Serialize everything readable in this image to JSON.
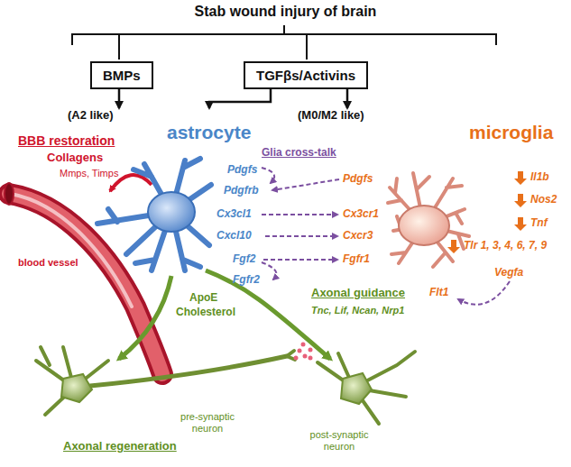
{
  "diagram": {
    "title": "Stab wound injury of brain",
    "nodes": [
      {
        "text": [
          "BMPs"
        ]
      },
      {
        "text": [
          "TGFβs/Activins"
        ]
      },
      {
        "text": [
          "(A2 like)",
          "astrocyte"
        ]
      },
      {
        "text": [
          "(M0/M2 like)",
          "microglia"
        ]
      }
    ],
    "edges": [
      {
        "from": 0,
        "to": 2,
        "arrow": "to"
      },
      {
        "from": 1,
        "to": 2,
        "arrow": "to"
      },
      {
        "from": 1,
        "to": 3,
        "arrow": "to"
      }
    ],
    "labels": [
      "Glia cross-talk",
      "Pdgfs",
      "Pdgfrb",
      "Cx3cl1",
      "Cxcl10",
      "Fgf2",
      "Fgfr2",
      "Pdgfs",
      "Cx3cr1",
      "Cxcr3",
      "Fgfr1",
      "Flt1",
      "Vegfa",
      "Il1b",
      "Nos2",
      "Tnf",
      "Tlr 1, 3, 4, 6, 7, 9",
      "BBB restoration",
      "Collagens",
      "Mmps, Timps",
      "blood vessel",
      "ApoE",
      "Cholesterol",
      "Axonal guidance",
      "Tnc, Lif, Ncan, Nrp1",
      "pre-synaptic neuron",
      "post-synaptic neuron",
      "Axonal regeneration"
    ]
  }
}
